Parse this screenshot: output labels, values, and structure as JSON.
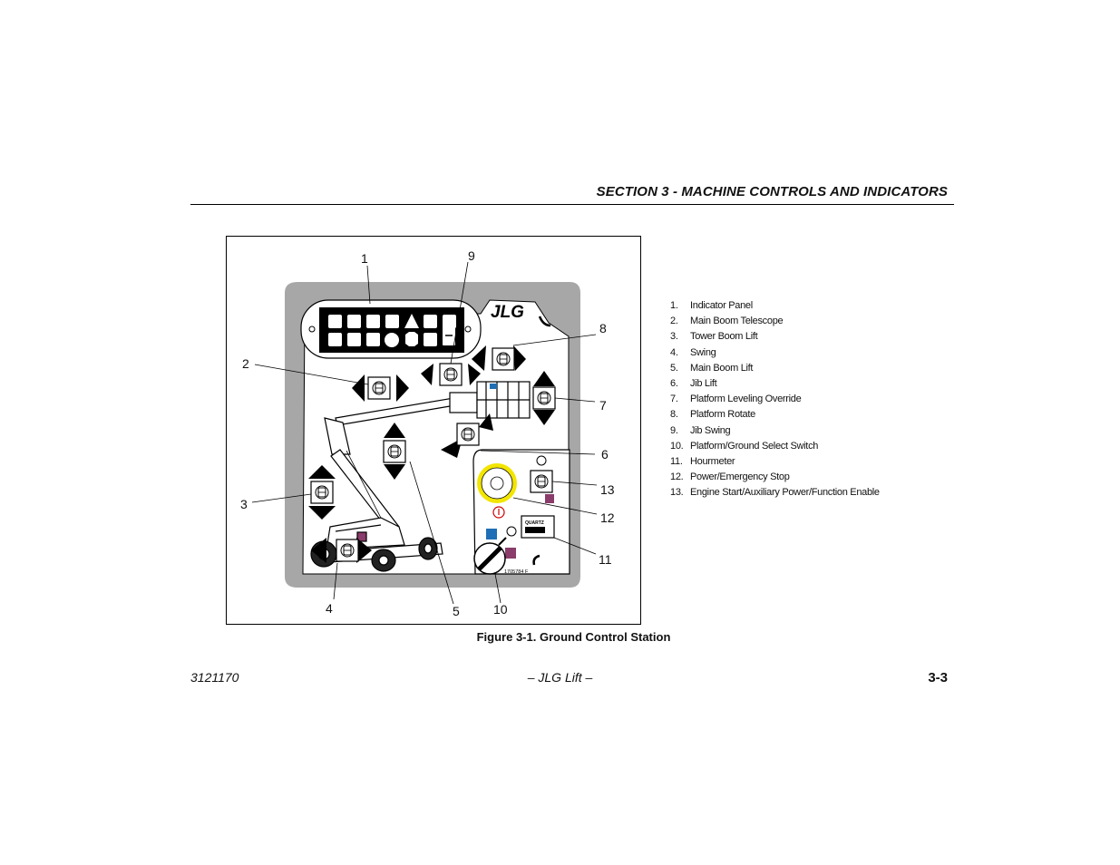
{
  "header": {
    "section_title": "SECTION 3 - MACHINE CONTROLS AND INDICATORS"
  },
  "figure": {
    "brand_logo": "JLG",
    "part_number": "1705784 F",
    "hourmeter_label": "QUARTZ",
    "callouts": [
      "1",
      "2",
      "3",
      "4",
      "5",
      "6",
      "7",
      "8",
      "9",
      "10",
      "11",
      "12",
      "13"
    ],
    "caption": "Figure 3-1. Ground Control Station",
    "colors": {
      "panel_gray": "#a7a7a7",
      "yellow_ring": "#f2e500",
      "blue_button": "#1e6fb5",
      "purple_button": "#8a3c6a"
    }
  },
  "legend": [
    {
      "num": "1.",
      "label": "Indicator Panel"
    },
    {
      "num": "2.",
      "label": "Main Boom Telescope"
    },
    {
      "num": "3.",
      "label": "Tower Boom Lift"
    },
    {
      "num": "4.",
      "label": "Swing"
    },
    {
      "num": "5.",
      "label": "Main Boom Lift"
    },
    {
      "num": "6.",
      "label": "Jib Lift"
    },
    {
      "num": "7.",
      "label": "Platform Leveling Override"
    },
    {
      "num": "8.",
      "label": "Platform Rotate"
    },
    {
      "num": "9.",
      "label": "Jib Swing"
    },
    {
      "num": "10.",
      "label": "Platform/Ground Select Switch"
    },
    {
      "num": "11.",
      "label": "Hourmeter"
    },
    {
      "num": "12.",
      "label": "Power/Emergency Stop"
    },
    {
      "num": "13.",
      "label": "Engine Start/Auxiliary Power/Function Enable"
    }
  ],
  "footer": {
    "doc_number": "3121170",
    "center_text": "– JLG Lift –",
    "page_number": "3-3"
  }
}
